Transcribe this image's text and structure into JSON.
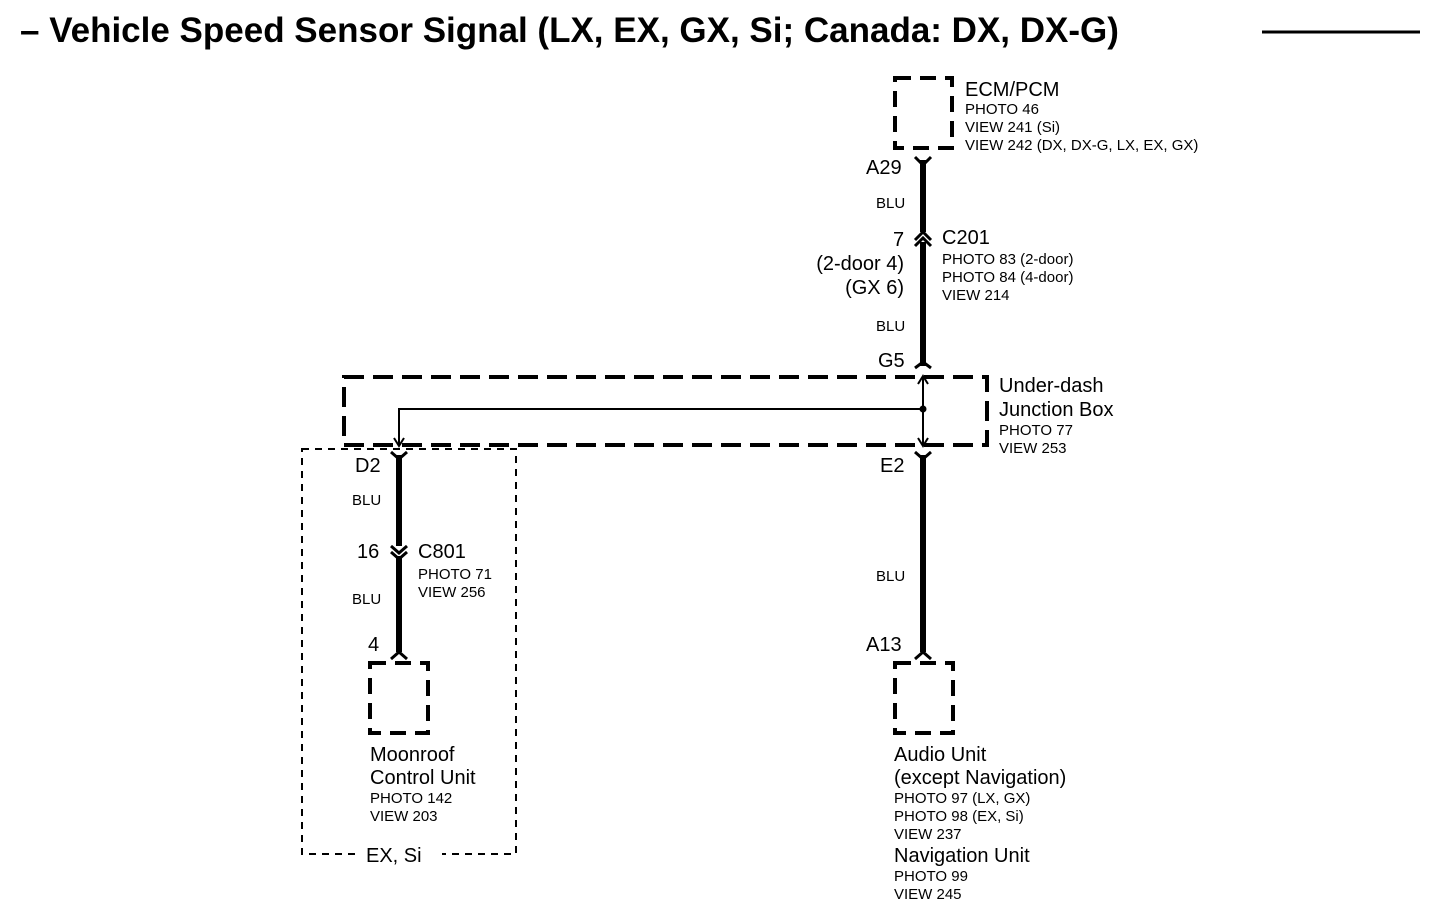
{
  "title": "– Vehicle Speed Sensor Signal (LX, EX, GX, Si; Canada: DX, DX-G)",
  "ecm": {
    "name": "ECM/PCM",
    "photo": "PHOTO 46",
    "view1": "VIEW 241 (Si)",
    "view2": "VIEW 242 (DX, DX-G, LX, EX, GX)",
    "pin": "A29"
  },
  "wire_color": "BLU",
  "c201": {
    "name": "C201",
    "pin": "7",
    "pin_alt1": "(2-door 4)",
    "pin_alt2": "(GX 6)",
    "photo1": "PHOTO 83 (2-door)",
    "photo2": "PHOTO 84 (4-door)",
    "view": "VIEW 214"
  },
  "junction_box": {
    "name_line1": "Under-dash",
    "name_line2": "Junction Box",
    "photo": "PHOTO 77",
    "view": "VIEW 253",
    "pin_in": "G5",
    "pin_out_left": "D2",
    "pin_out_right": "E2"
  },
  "c801": {
    "name": "C801",
    "pin": "16",
    "photo": "PHOTO 71",
    "view": "VIEW 256"
  },
  "moonroof": {
    "name_line1": "Moonroof",
    "name_line2": "Control Unit",
    "photo": "PHOTO 142",
    "view": "VIEW 203",
    "pin": "4",
    "option_label": "EX, Si"
  },
  "audio": {
    "name_line1": "Audio Unit",
    "name_line2": "(except Navigation)",
    "photo1": "PHOTO 97 (LX, GX)",
    "photo2": "PHOTO 98 (EX, Si)",
    "view": "VIEW 237",
    "pin": "A13",
    "nav_name": "Navigation Unit",
    "nav_photo": "PHOTO 99",
    "nav_view": "VIEW 245"
  },
  "colors": {
    "ink": "#000000",
    "background": "#ffffff"
  }
}
